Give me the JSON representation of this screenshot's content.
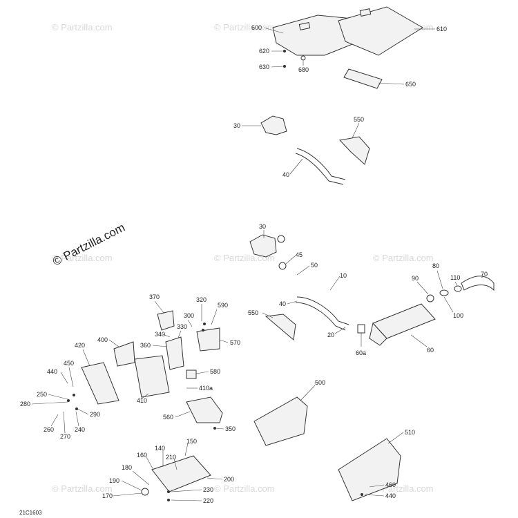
{
  "watermark": {
    "text": "© Partzilla.com"
  },
  "diagram_code": "21C1603",
  "callouts": [
    {
      "id": "c600",
      "label": "600"
    },
    {
      "id": "c610",
      "label": "610"
    },
    {
      "id": "c620",
      "label": "620"
    },
    {
      "id": "c630",
      "label": "630"
    },
    {
      "id": "c680",
      "label": "680"
    },
    {
      "id": "c650",
      "label": "650"
    },
    {
      "id": "c30a",
      "label": "30"
    },
    {
      "id": "c550a",
      "label": "550"
    },
    {
      "id": "c40a",
      "label": "40"
    },
    {
      "id": "c30b",
      "label": "30"
    },
    {
      "id": "c45",
      "label": "45"
    },
    {
      "id": "c50",
      "label": "50"
    },
    {
      "id": "c10",
      "label": "10"
    },
    {
      "id": "c40b",
      "label": "40"
    },
    {
      "id": "c550b",
      "label": "550"
    },
    {
      "id": "c20",
      "label": "20"
    },
    {
      "id": "c60a",
      "label": "60a"
    },
    {
      "id": "c60",
      "label": "60"
    },
    {
      "id": "c90",
      "label": "90"
    },
    {
      "id": "c80",
      "label": "80"
    },
    {
      "id": "c110",
      "label": "110"
    },
    {
      "id": "c70",
      "label": "70"
    },
    {
      "id": "c100",
      "label": "100"
    },
    {
      "id": "c370",
      "label": "370"
    },
    {
      "id": "c320",
      "label": "320"
    },
    {
      "id": "c590",
      "label": "590"
    },
    {
      "id": "c300",
      "label": "300"
    },
    {
      "id": "c330",
      "label": "330"
    },
    {
      "id": "c340",
      "label": "340"
    },
    {
      "id": "c400",
      "label": "400"
    },
    {
      "id": "c360",
      "label": "360"
    },
    {
      "id": "c570",
      "label": "570"
    },
    {
      "id": "c420",
      "label": "420"
    },
    {
      "id": "c580",
      "label": "580"
    },
    {
      "id": "c450",
      "label": "450"
    },
    {
      "id": "c440",
      "label": "440"
    },
    {
      "id": "c410a",
      "label": "410a"
    },
    {
      "id": "c410",
      "label": "410"
    },
    {
      "id": "c250",
      "label": "250"
    },
    {
      "id": "c280",
      "label": "280"
    },
    {
      "id": "c290",
      "label": "290"
    },
    {
      "id": "c560",
      "label": "560"
    },
    {
      "id": "c260",
      "label": "260"
    },
    {
      "id": "c270",
      "label": "270"
    },
    {
      "id": "c240",
      "label": "240"
    },
    {
      "id": "c350",
      "label": "350"
    },
    {
      "id": "c500",
      "label": "500"
    },
    {
      "id": "c150",
      "label": "150"
    },
    {
      "id": "c140",
      "label": "140"
    },
    {
      "id": "c160",
      "label": "160"
    },
    {
      "id": "c210",
      "label": "210"
    },
    {
      "id": "c510",
      "label": "510"
    },
    {
      "id": "c180",
      "label": "180"
    },
    {
      "id": "c200",
      "label": "200"
    },
    {
      "id": "c190",
      "label": "190"
    },
    {
      "id": "c230",
      "label": "230"
    },
    {
      "id": "c170",
      "label": "170"
    },
    {
      "id": "c220",
      "label": "220"
    },
    {
      "id": "c460",
      "label": "460"
    },
    {
      "id": "c440b",
      "label": "440"
    }
  ]
}
